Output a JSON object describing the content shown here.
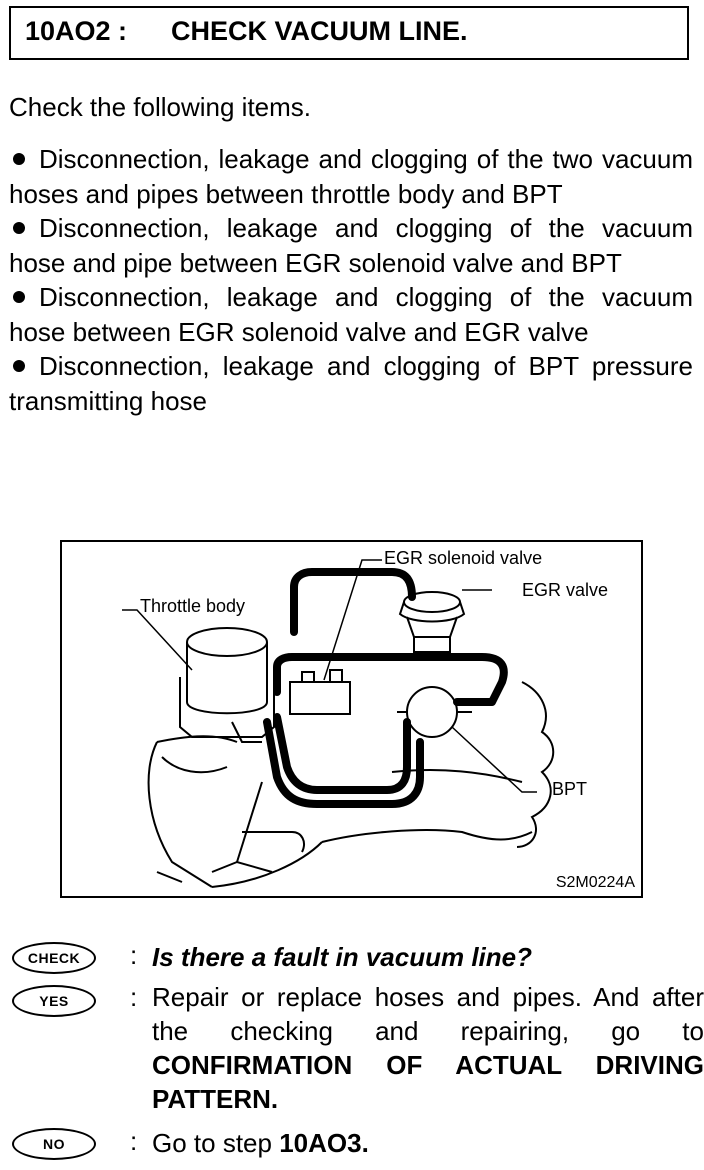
{
  "header": {
    "step_id": "10AO2 :",
    "step_title": "CHECK VACUUM LINE."
  },
  "intro": "Check the following items.",
  "bullets": [
    "Disconnection, leakage and clogging of the two vacuum hoses and pipes between throttle body and BPT",
    "Disconnection, leakage and clogging of the vacuum hose and pipe between EGR solenoid valve and BPT",
    "Disconnection, leakage and clogging of the vacuum hose between EGR solenoid valve and EGR valve",
    "Disconnection, leakage and clogging of BPT pressure transmitting hose"
  ],
  "figure": {
    "labels": {
      "egr_solenoid_valve": "EGR solenoid valve",
      "egr_valve": "EGR valve",
      "throttle_body": "Throttle body",
      "bpt": "BPT"
    },
    "code": "S2M0224A"
  },
  "check": {
    "badge": "CHECK",
    "colon": ":",
    "question": "Is there a fault in vacuum line?"
  },
  "yes": {
    "badge": "YES",
    "colon": ":",
    "text": "Repair or replace hoses and pipes. And after the checking and repairing, go to",
    "strong": "CONFIRMATION OF ACTUAL DRIVING PATTERN."
  },
  "no": {
    "badge": "NO",
    "colon": ":",
    "text": "Go to step",
    "strong": "10AO3."
  }
}
